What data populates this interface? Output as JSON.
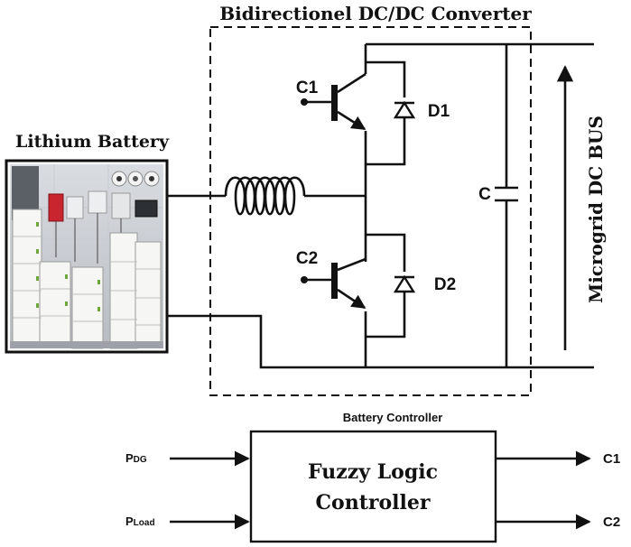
{
  "title": "Bidirectionel DC/DC Converter",
  "battery": {
    "label": "Lithium Battery",
    "photo_alt": "Lithium battery installation photo"
  },
  "components": {
    "c1": "C1",
    "c2": "C2",
    "d1": "D1",
    "d2": "D2",
    "capacitor": "C"
  },
  "bus_label": "Microgrid DC BUS",
  "controller": {
    "heading": "Battery Controller",
    "line1": "Fuzzy Logic",
    "line2": "Controller",
    "input1_main": "P",
    "input1_sub": "DG",
    "input2_main": "P",
    "input2_sub": "Load",
    "output1": "C1",
    "output2": "C2"
  }
}
